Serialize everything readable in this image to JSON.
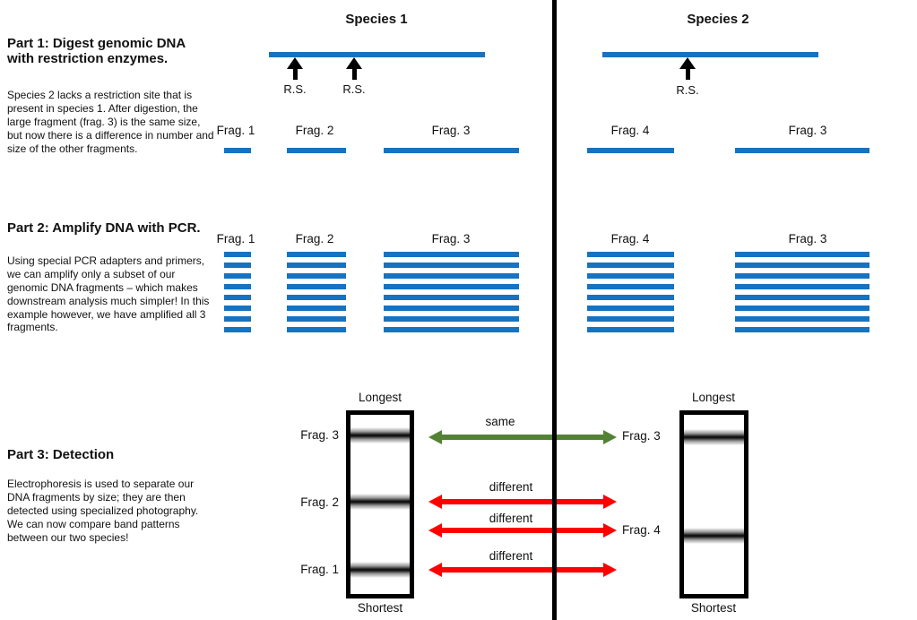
{
  "colors": {
    "dna_blue": "#1673C2",
    "arrow_green": "#548235",
    "arrow_red": "#FF0000",
    "divider": "#000000"
  },
  "species1": {
    "title": "Species 1",
    "rs_labels": [
      "R.S.",
      "R.S."
    ]
  },
  "species2": {
    "title": "Species 2",
    "rs_labels": [
      "R.S."
    ]
  },
  "part1": {
    "heading": "Part 1: Digest genomic DNA with restriction enzymes.",
    "body": "Species 2 lacks a restriction site that is present in species 1. After digestion, the large fragment (frag. 3) is the same size, but now there is a difference in number and size of the other fragments.",
    "species1_fragments": [
      {
        "label": "Frag. 1"
      },
      {
        "label": "Frag. 2"
      },
      {
        "label": "Frag. 3"
      }
    ],
    "species2_fragments": [
      {
        "label": "Frag. 4"
      },
      {
        "label": "Frag. 3"
      }
    ]
  },
  "part2": {
    "heading": "Part 2: Amplify DNA with PCR.",
    "body": "Using special PCR adapters and primers, we can amplify only a subset of our genomic DNA fragments – which makes downstream analysis much simpler! In this example however, we have amplified all 3 fragments.",
    "copies_per_fragment": 8,
    "species1_fragments": [
      {
        "label": "Frag. 1"
      },
      {
        "label": "Frag. 2"
      },
      {
        "label": "Frag. 3"
      }
    ],
    "species2_fragments": [
      {
        "label": "Frag. 4"
      },
      {
        "label": "Frag. 3"
      }
    ]
  },
  "part3": {
    "heading": "Part 3: Detection",
    "body": "Electrophoresis is used to separate our DNA fragments by size; they are then detected using specialized photography. We can now compare band patterns between our two species!",
    "gel1": {
      "top_label": "Longest",
      "bottom_label": "Shortest",
      "bands": [
        {
          "label": "Frag. 3"
        },
        {
          "label": "Frag. 2"
        },
        {
          "label": "Frag. 1"
        }
      ]
    },
    "gel2": {
      "top_label": "Longest",
      "bottom_label": "Shortest",
      "bands": [
        {
          "label": "Frag. 3"
        },
        {
          "label": "Frag. 4"
        }
      ]
    },
    "comparisons": [
      {
        "label": "same"
      },
      {
        "label": "different"
      },
      {
        "label": "different"
      },
      {
        "label": "different"
      }
    ]
  }
}
